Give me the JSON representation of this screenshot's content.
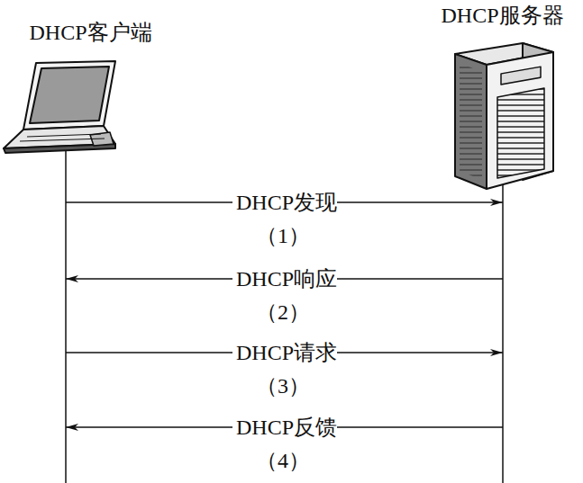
{
  "diagram": {
    "nodes": [
      {
        "text": [
          "DHCP客户端"
        ]
      },
      {
        "text": [
          "DHCP服务器"
        ]
      }
    ],
    "edges": [
      {
        "from": 0,
        "to": 1,
        "arrow": "to",
        "label": "DHCP发现 （1）"
      },
      {
        "from": 1,
        "to": 0,
        "arrow": "to",
        "label": "DHCP响应 （2）"
      },
      {
        "from": 0,
        "to": 1,
        "arrow": "to",
        "label": "DHCP请求 （3）"
      },
      {
        "from": 1,
        "to": 0,
        "arrow": "to",
        "label": "DHCP反馈 （4）"
      }
    ]
  }
}
